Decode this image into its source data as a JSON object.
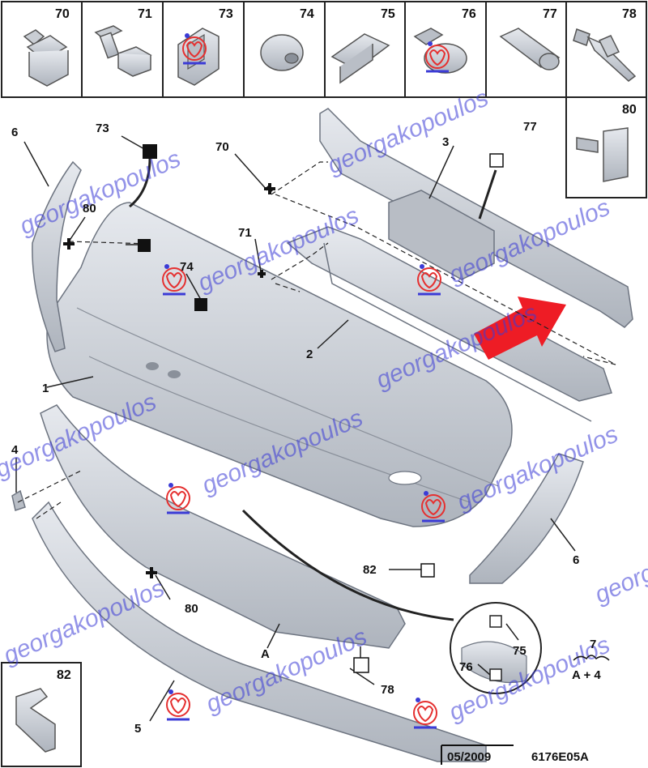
{
  "parts_row": {
    "cells": [
      "70",
      "71",
      "73",
      "74",
      "75",
      "76",
      "77",
      "78"
    ]
  },
  "side_cell": "80",
  "corner_cell": "82",
  "callouts": {
    "c6_left": "6",
    "c73": "73",
    "c70": "70",
    "c3": "3",
    "c77": "77",
    "c80_top": "80",
    "c71": "71",
    "c74": "74",
    "c2": "2",
    "c1": "1",
    "c4": "4",
    "c82": "82",
    "c6_right": "6",
    "c80_bottom": "80",
    "cA": "A",
    "c78": "78",
    "c75": "75",
    "c76": "76",
    "c7": "7",
    "c7_formula": "A + 4",
    "c5": "5"
  },
  "footer": {
    "date": "05/2009",
    "code": "6176E05A"
  },
  "watermark": "georgakopoulos",
  "colors": {
    "part_fill": "#cfd3d9",
    "part_stroke": "#6d7480",
    "arrow": "#ee1c25",
    "watermark": "#3b3bd6",
    "logo_red": "#e53030"
  }
}
